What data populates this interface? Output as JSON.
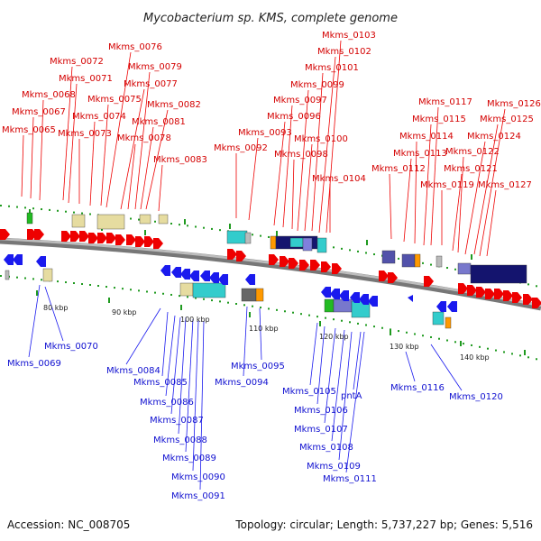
{
  "title": "Mycobacterium sp. KMS, complete genome",
  "footer": {
    "accession": "Accession: NC_008705",
    "summary": "Topology: circular; Length: 5,737,227 bp; Genes: 5,516"
  },
  "scale_labels": [
    "80 kbp",
    "90 kbp",
    "100 kbp",
    "110 kbp",
    "120 kbp",
    "130 kbp",
    "140 kbp"
  ],
  "forward_labels": [
    "Mkms_0065",
    "Mkms_0067",
    "Mkms_0068",
    "Mkms_0071",
    "Mkms_0072",
    "Mkms_0073",
    "Mkms_0074",
    "Mkms_0075",
    "Mkms_0076",
    "Mkms_0077",
    "Mkms_0078",
    "Mkms_0079",
    "Mkms_0081",
    "Mkms_0082",
    "Mkms_0083",
    "Mkms_0092",
    "Mkms_0093",
    "Mkms_0096",
    "Mkms_0097",
    "Mkms_0098",
    "Mkms_0099",
    "Mkms_0100",
    "Mkms_0101",
    "Mkms_0102",
    "Mkms_0103",
    "Mkms_0104",
    "Mkms_0112",
    "Mkms_0113",
    "Mkms_0114",
    "Mkms_0115",
    "Mkms_0117",
    "Mkms_0119",
    "Mkms_0121",
    "Mkms_0122",
    "Mkms_0124",
    "Mkms_0125",
    "Mkms_0126",
    "Mkms_0127"
  ],
  "reverse_labels": [
    "Mkms_0069",
    "Mkms_0070",
    "Mkms_0084",
    "Mkms_0085",
    "Mkms_0086",
    "Mkms_0087",
    "Mkms_0088",
    "Mkms_0089",
    "Mkms_0090",
    "Mkms_0091",
    "Mkms_0094",
    "Mkms_0095",
    "Mkms_0105",
    "Mkms_0106",
    "Mkms_0107",
    "Mkms_0108",
    "Mkms_0109",
    "Mkms_0111",
    "pntA",
    "Mkms_0116",
    "Mkms_0120"
  ],
  "colors": {
    "forward": "#ee0000",
    "reverse": "#1a1aee",
    "backbone": "#888888",
    "dots": "#1f9a1f",
    "tan": "#e6dca0",
    "cyan": "#33cccc",
    "navy": "#14146e",
    "orange": "#ff9900"
  }
}
